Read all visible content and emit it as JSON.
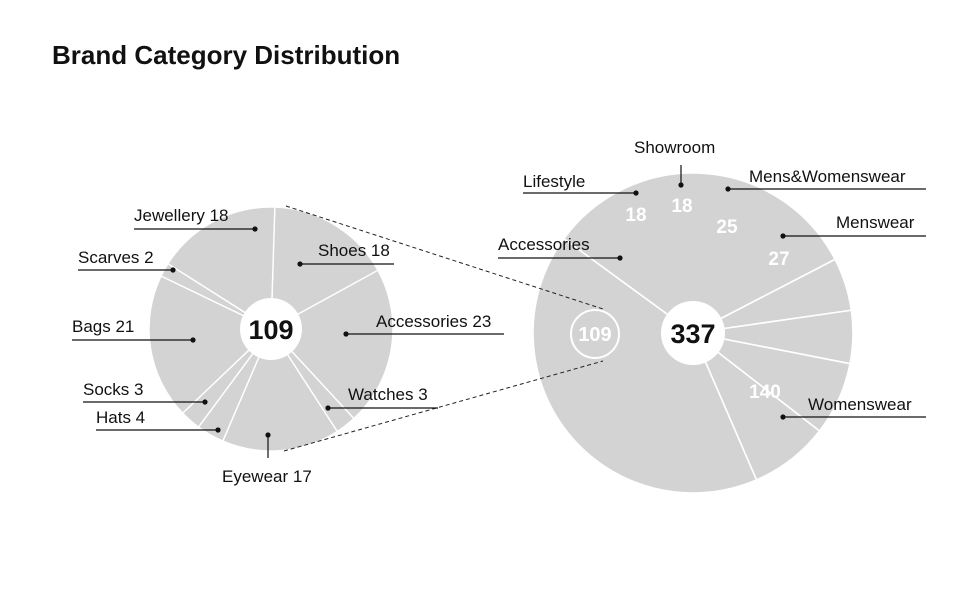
{
  "chart_data": {
    "type": "pie",
    "title": "Brand Category Distribution",
    "main": {
      "total": 337,
      "slices": [
        {
          "label": "Womenswear",
          "value": 140
        },
        {
          "label": "Accessories",
          "value": 109
        },
        {
          "label": "Lifestyle",
          "value": 18
        },
        {
          "label": "Showroom",
          "value": 18
        },
        {
          "label": "Mens&Womenswear",
          "value": 25
        },
        {
          "label": "Menswear",
          "value": 27
        }
      ]
    },
    "breakdown": {
      "parent": "Accessories",
      "total": 109,
      "slices": [
        {
          "label": "Shoes",
          "value": 18
        },
        {
          "label": "Accessories",
          "value": 23
        },
        {
          "label": "Watches",
          "value": 3
        },
        {
          "label": "Eyewear",
          "value": 17
        },
        {
          "label": "Hats",
          "value": 4
        },
        {
          "label": "Socks",
          "value": 3
        },
        {
          "label": "Bags",
          "value": 21
        },
        {
          "label": "Scarves",
          "value": 2
        },
        {
          "label": "Jewellery",
          "value": 18
        }
      ]
    },
    "colors": {
      "slice": "#d3d3d3",
      "divider": "#ffffff",
      "text": "#111111"
    }
  }
}
